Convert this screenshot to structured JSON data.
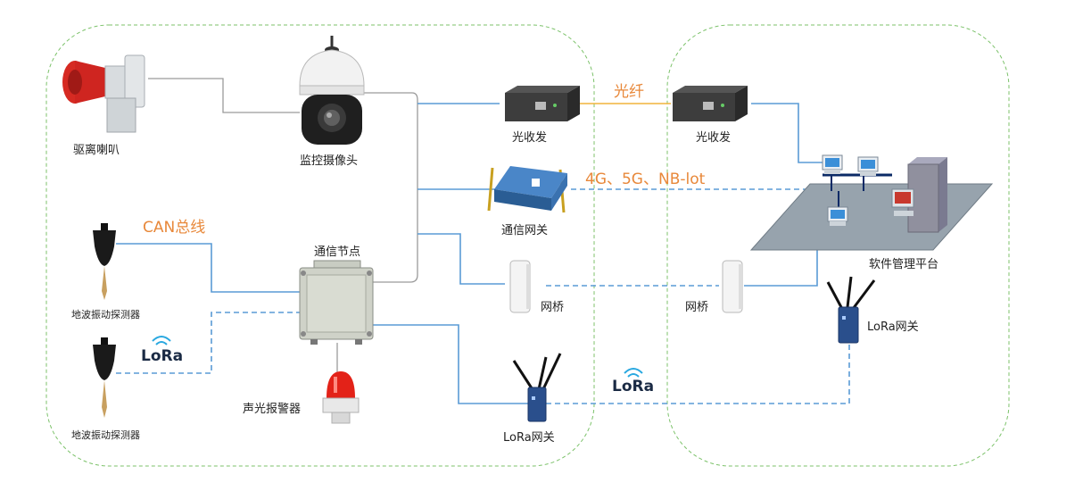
{
  "colors": {
    "blue_line": "#5a9bd5",
    "orange_line": "#f0b43c",
    "gray_line": "#9a9a9a",
    "zone_border": "#7cc26a",
    "label_orange": "#e8883a"
  },
  "labels": {
    "horn": "驱离喇叭",
    "camera": "监控摄像头",
    "fiber_tx_left": "光收发",
    "fiber_tx_right": "光收发",
    "fiber": "光纤",
    "comm_gateway": "通信网关",
    "cellular": "4G、5G、NB-lot",
    "can_bus": "CAN总线",
    "comm_node": "通信节点",
    "detector_1": "地波振动探测器",
    "detector_2": "地波振动探测器",
    "lora_logo_left": "LoRa",
    "lora_logo_mid": "LoRa",
    "bridge_left": "网桥",
    "bridge_right": "网桥",
    "alarm": "声光报警器",
    "lora_gateway_left": "LoRa网关",
    "lora_gateway_right": "LoRa网关",
    "platform": "软件管理平台"
  }
}
